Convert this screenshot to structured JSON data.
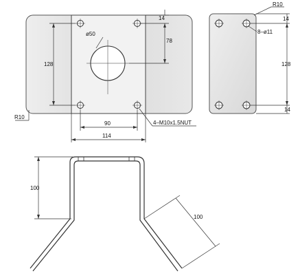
{
  "front_view": {
    "dims": {
      "d50": "ø50",
      "d14": "14",
      "d78": "78",
      "d128": "128",
      "d90": "90",
      "d114": "114",
      "r10": "R10",
      "thread": "4–M10x1.5NUT"
    }
  },
  "side_view": {
    "dims": {
      "r10": "R10",
      "holes": "8–ø11",
      "d14_top": "14",
      "d128": "128",
      "d14_bottom": "14"
    }
  },
  "bent_profile": {
    "dims": {
      "d100_left": "100",
      "d100_right": "100"
    }
  },
  "colors": {
    "plate_fill": "#e4e4e4",
    "line": "#333333",
    "background": "#ffffff"
  }
}
